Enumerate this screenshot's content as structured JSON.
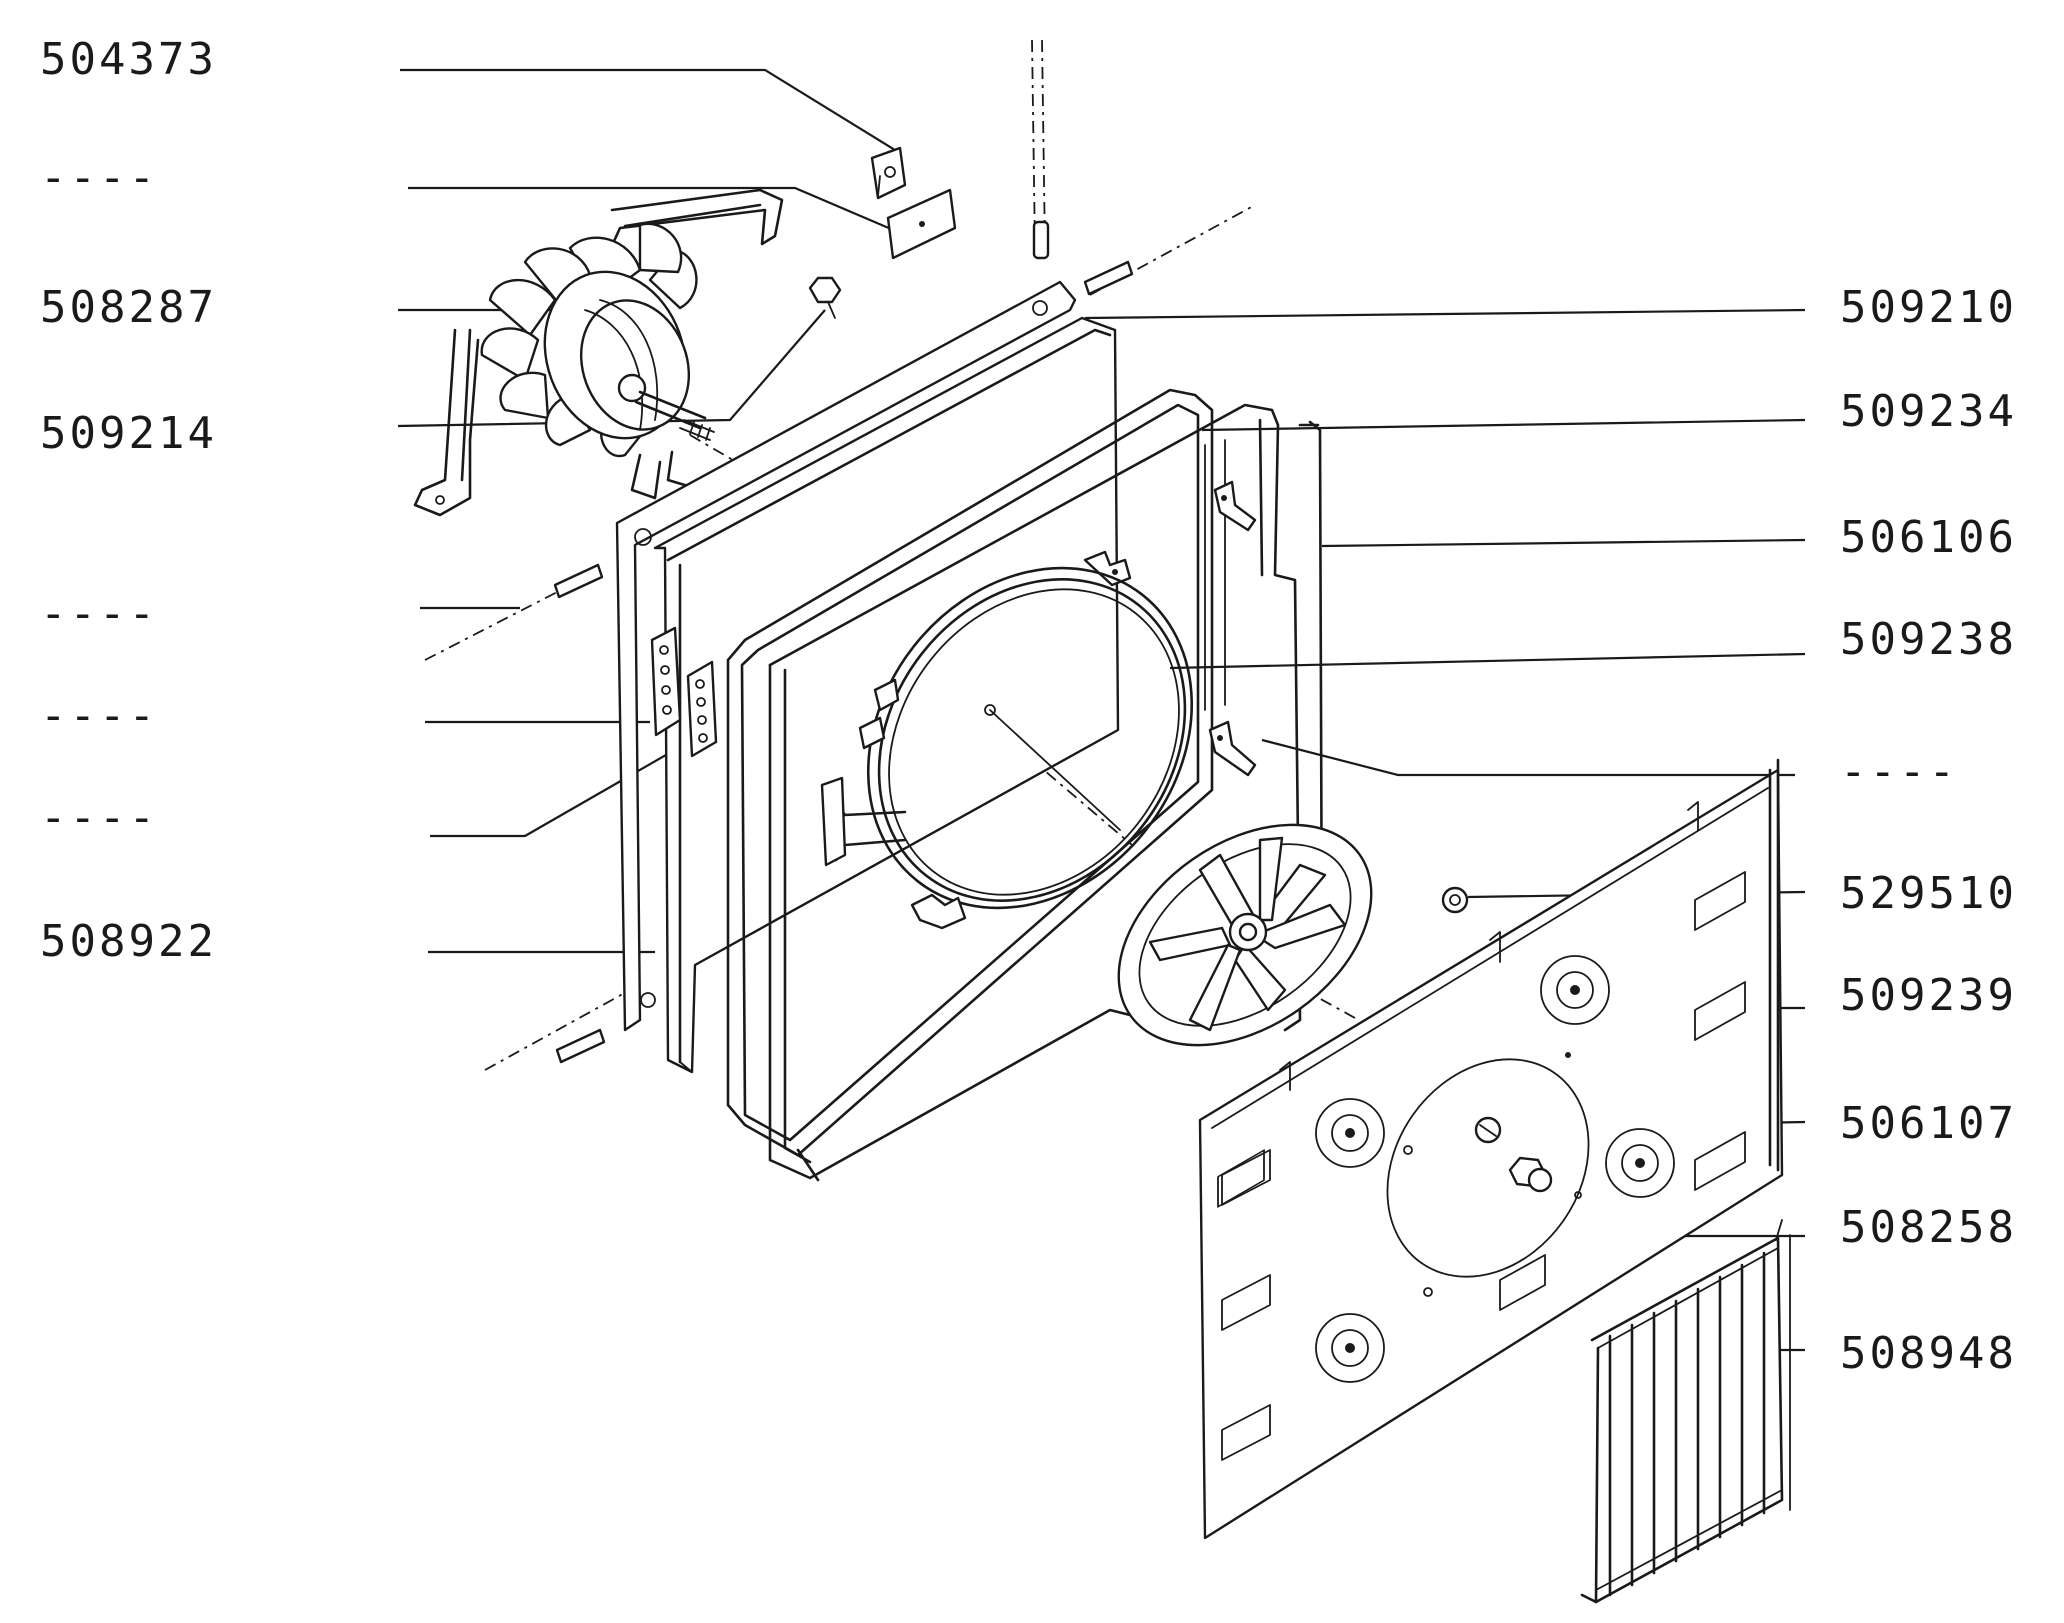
{
  "labels_left": [
    {
      "id": "l1",
      "text": "504373"
    },
    {
      "id": "l2",
      "text": "----"
    },
    {
      "id": "l3",
      "text": "508287"
    },
    {
      "id": "l4",
      "text": "509214"
    },
    {
      "id": "l5",
      "text": "----"
    },
    {
      "id": "l6",
      "text": "----"
    },
    {
      "id": "l7",
      "text": "----"
    },
    {
      "id": "l8",
      "text": "508922"
    }
  ],
  "labels_right": [
    {
      "id": "r1",
      "text": "509210"
    },
    {
      "id": "r2",
      "text": "509234"
    },
    {
      "id": "r3",
      "text": "506106"
    },
    {
      "id": "r4",
      "text": "509238"
    },
    {
      "id": "r5",
      "text": "----"
    },
    {
      "id": "r6",
      "text": "529510"
    },
    {
      "id": "r7",
      "text": "509239"
    },
    {
      "id": "r8",
      "text": "506107"
    },
    {
      "id": "r9",
      "text": "508258"
    },
    {
      "id": "r10",
      "text": "508948"
    }
  ],
  "colors": {
    "ink": "#1a1a1a",
    "paper": "#ffffff"
  }
}
